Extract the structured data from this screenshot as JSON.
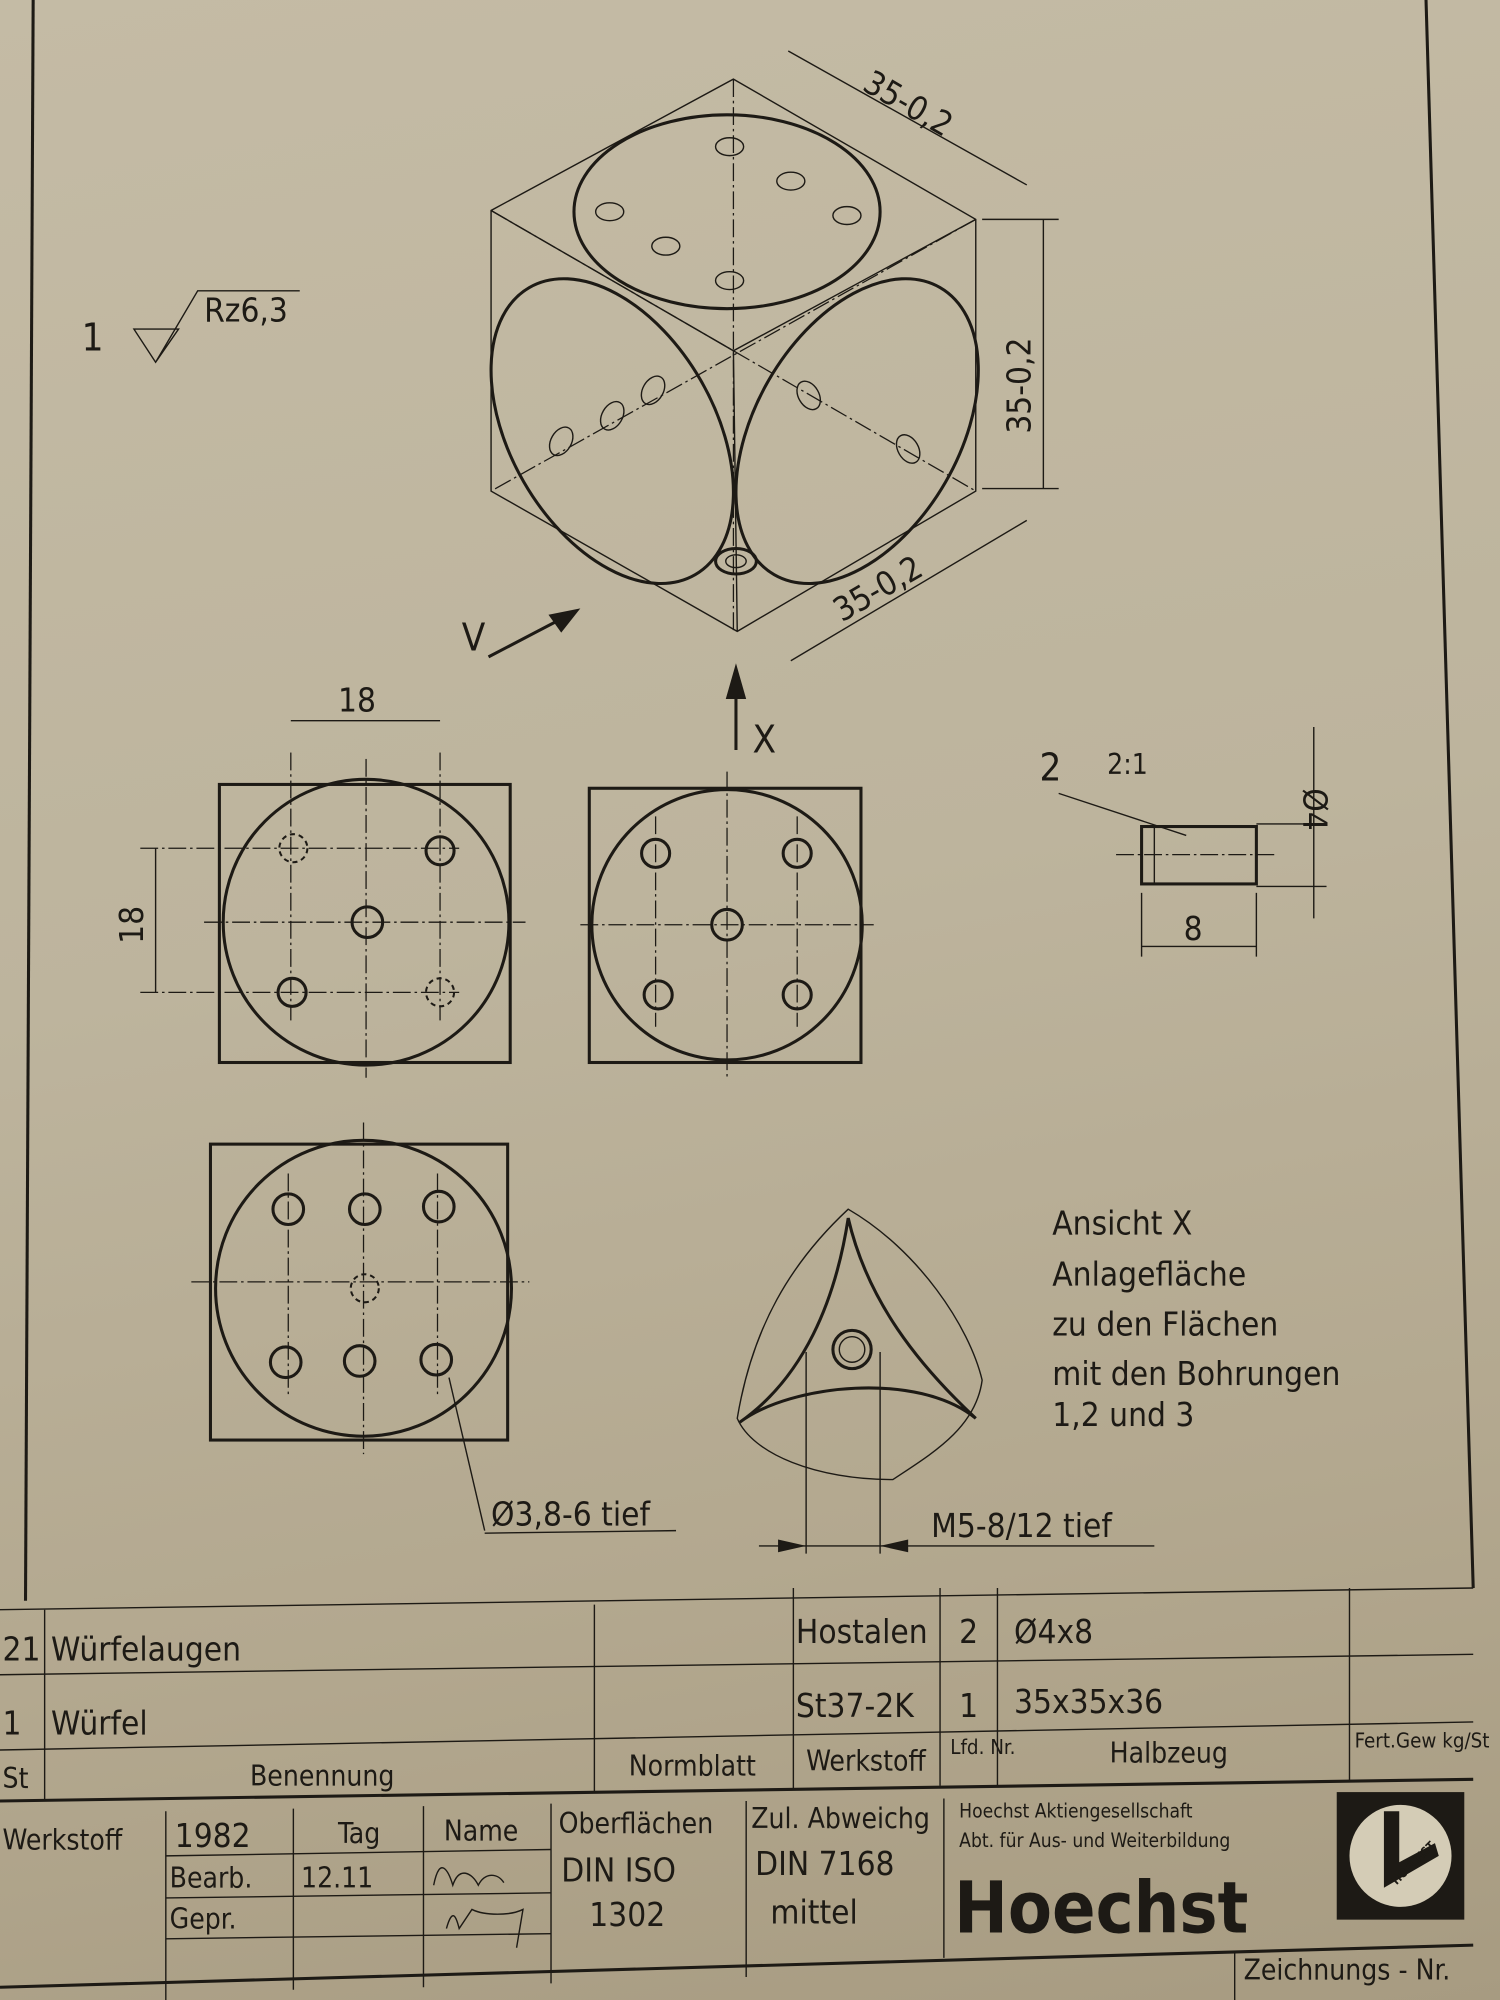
{
  "surface_finish": {
    "index": "1",
    "value": "Rz6,3"
  },
  "cube_dims": {
    "edge_a": "35-0,2",
    "edge_b": "35-0,2",
    "edge_c": "35-0,2"
  },
  "view_labels": {
    "v": "V",
    "x": "X"
  },
  "front_view_dims": {
    "horizontal": "18",
    "vertical": "18"
  },
  "pin_detail": {
    "item": "2",
    "scale": "2:1",
    "diameter": "Ø4",
    "length": "8"
  },
  "callouts": {
    "hole": "Ø3,8-6 tief",
    "thread": "M5-8/12 tief"
  },
  "note": {
    "line1": "Ansicht X",
    "line2": "Anlagefläche",
    "line3": "zu den Flächen",
    "line4": "mit den Bohrungen",
    "line5": "1,2 und 3"
  },
  "parts_list": {
    "rows": [
      {
        "qty": "21",
        "name": "Würfelaugen",
        "standard": "",
        "material": "Hostalen",
        "item": "2",
        "semi": "Ø4x8",
        "weight": ""
      },
      {
        "qty": "1",
        "name": "Würfel",
        "standard": "",
        "material": "St37-2K",
        "item": "1",
        "semi": "35x35x36",
        "weight": ""
      }
    ],
    "headers": {
      "qty": "St",
      "name": "Benennung",
      "standard": "Normblatt",
      "material": "Werkstoff",
      "item": "Lfd. Nr.",
      "semi": "Halbzeug",
      "weight": "Fert.Gew kg/St"
    }
  },
  "title_block": {
    "material_label": "Werkstoff",
    "year": "1982",
    "day_label": "Tag",
    "name_label": "Name",
    "drawn_label": "Bearb.",
    "drawn_date": "12.11",
    "checked_label": "Gepr.",
    "surfaces_label": "Oberflächen",
    "surfaces_std": "DIN ISO",
    "surfaces_no": "1302",
    "tolerance_label": "Zul. Abweichg",
    "tolerance_std": "DIN 7168",
    "tolerance_class": "mittel",
    "company_line1": "Hoechst Aktiengesellschaft",
    "company_line2": "Abt. für Aus- und Weiterbildung",
    "company_name": "Hoechst",
    "logo_text": "HOECHST",
    "drawing_no_label": "Zeichnungs - Nr."
  }
}
